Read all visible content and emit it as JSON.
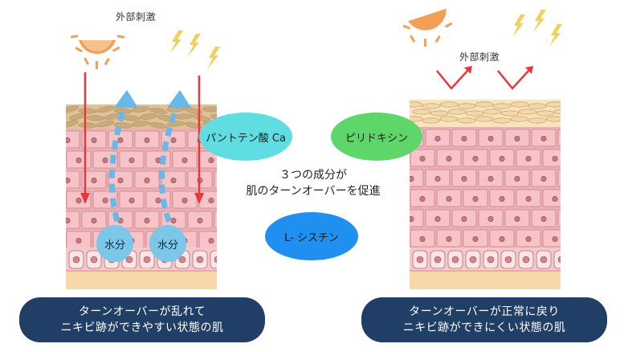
{
  "left": {
    "stimulus_label": "外部刺激",
    "water_labels": [
      "水分",
      "水分"
    ],
    "caption": {
      "line1": "ターンオーバーが乱れて",
      "line2": "ニキビ跡ができやすい状態の肌"
    }
  },
  "right": {
    "stimulus_label": "外部刺激",
    "caption": {
      "line1": "ターンオーバーが正常に戻り",
      "line2": "ニキビ跡ができにくい状態の肌"
    }
  },
  "center": {
    "ingredients": [
      {
        "label": "パントテン酸 Ca",
        "color": "#5fdde0"
      },
      {
        "label": "ピリドキシン",
        "color": "#5ed66a"
      },
      {
        "label": "L- シスチン",
        "color": "#1f8ff0"
      }
    ],
    "text_line1": "３つの成分が",
    "text_line2": "肌のターンオーバーを促進"
  },
  "colors": {
    "caption_bg": "#213f66",
    "sun": "#f2a057",
    "lightning": "#f0d05a",
    "arrow_red": "#e8383e",
    "water_arrow": "#6ab8e8",
    "skin_cell": "#f3bcc0",
    "skin_bg": "#e9a8ad",
    "base_layer": "#f7d9a7"
  }
}
